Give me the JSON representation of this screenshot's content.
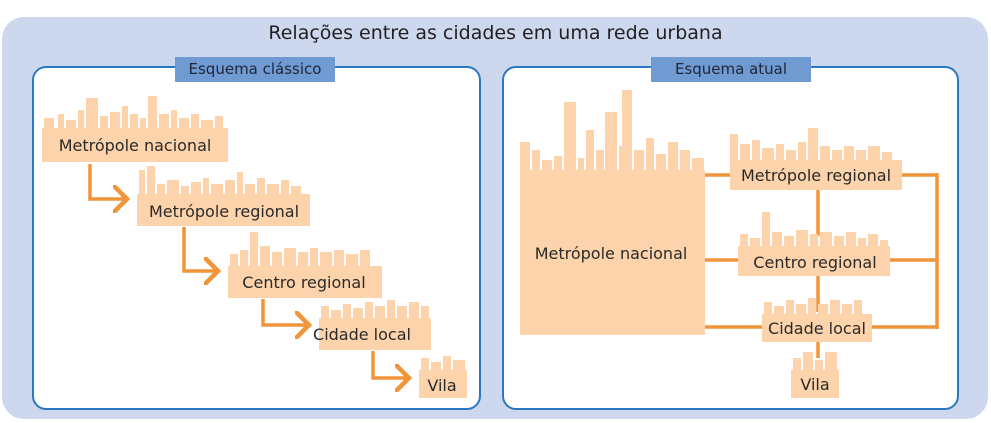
{
  "title": "Relações entre as cidades em uma rede urbana",
  "left_panel": {
    "tab": "Esquema clássico",
    "labels": {
      "metropole_nacional": "Metrópole nacional",
      "metropole_regional": "Metrópole regional",
      "centro_regional": "Centro regional",
      "cidade_local": "Cidade local",
      "vila": "Vila"
    }
  },
  "right_panel": {
    "tab": "Esquema atual",
    "labels": {
      "metropole_nacional": "Metrópole nacional",
      "metropole_regional": "Metrópole regional",
      "centro_regional": "Centro regional",
      "cidade_local": "Cidade local",
      "vila": "Vila"
    }
  },
  "colors": {
    "background": "#cdd8ef",
    "panel_border": "#2b78c2",
    "tab": "#6f9ad2",
    "city": "#fcd3aa",
    "arrow": "#f0953a"
  }
}
